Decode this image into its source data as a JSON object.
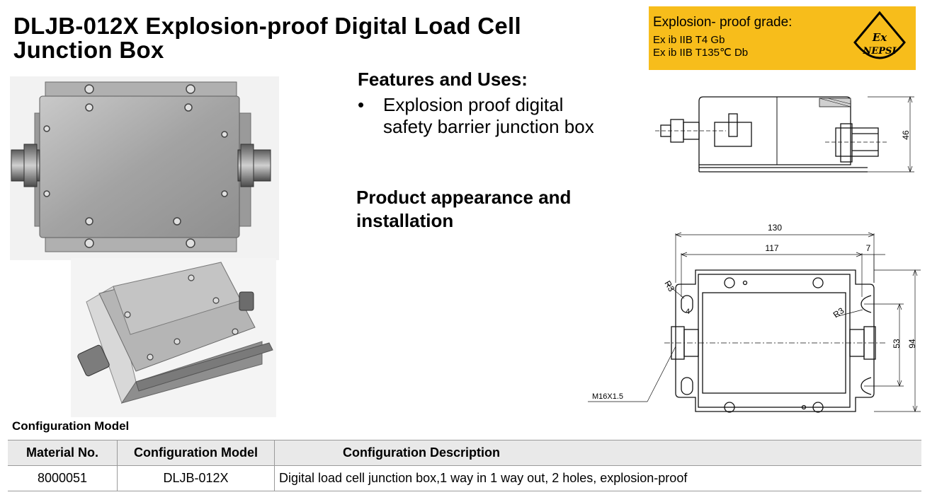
{
  "header": {
    "title": "DLJB-012X Explosion-proof Digital Load Cell Junction Box"
  },
  "grade": {
    "title": "Explosion- proof grade:",
    "lines": [
      "Ex ib IIB T4 Gb",
      "Ex ib IIB T135℃ Db"
    ],
    "badge_top": "Ex",
    "badge_bottom": "NEPSI",
    "badge_color": "#f7bd1b"
  },
  "features": {
    "heading": "Features and Uses:",
    "bullet_symbol": "•",
    "items": [
      "Explosion proof digital safety barrier junction box"
    ]
  },
  "appearance": {
    "heading": "Product appearance and installation"
  },
  "drawing": {
    "side_height": "46",
    "overall_width": "130",
    "hole_spacing": "117",
    "flange": "7",
    "radius_left": "R3",
    "radius_right": "R3",
    "small_dim": "4",
    "inner_height": "53",
    "overall_height": "94",
    "thread": "M16X1.5"
  },
  "config": {
    "heading": "Configuration Model",
    "headers": [
      "Material No.",
      "Configuration Model",
      "Configuration Description"
    ],
    "rows": [
      [
        "8000051",
        "DLJB-012X",
        "Digital load cell junction box,1 way in 1 way out, 2 holes, explosion-proof"
      ]
    ]
  }
}
